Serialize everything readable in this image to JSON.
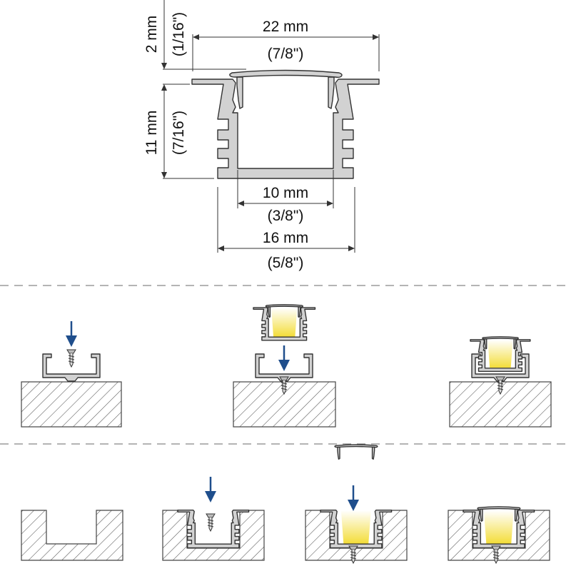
{
  "dimensions": {
    "lid_height": {
      "metric": "2 mm",
      "imperial": "(1/16\")"
    },
    "overall_width": {
      "metric": "22 mm",
      "imperial": "(7/8\")"
    },
    "profile_height": {
      "metric": "11 mm",
      "imperial": "(7/16\")"
    },
    "inner_width": {
      "metric": "10 mm",
      "imperial": "(3/8\")"
    },
    "body_width": {
      "metric": "16 mm",
      "imperial": "(5/8\")"
    }
  },
  "colors": {
    "profile": "#d2d2d2",
    "arrow": "#1f4e8c",
    "led": "#f3dd3a",
    "outline": "#333333"
  },
  "installation": {
    "surface_mount_steps": 3,
    "recessed_mount_steps": 4
  }
}
